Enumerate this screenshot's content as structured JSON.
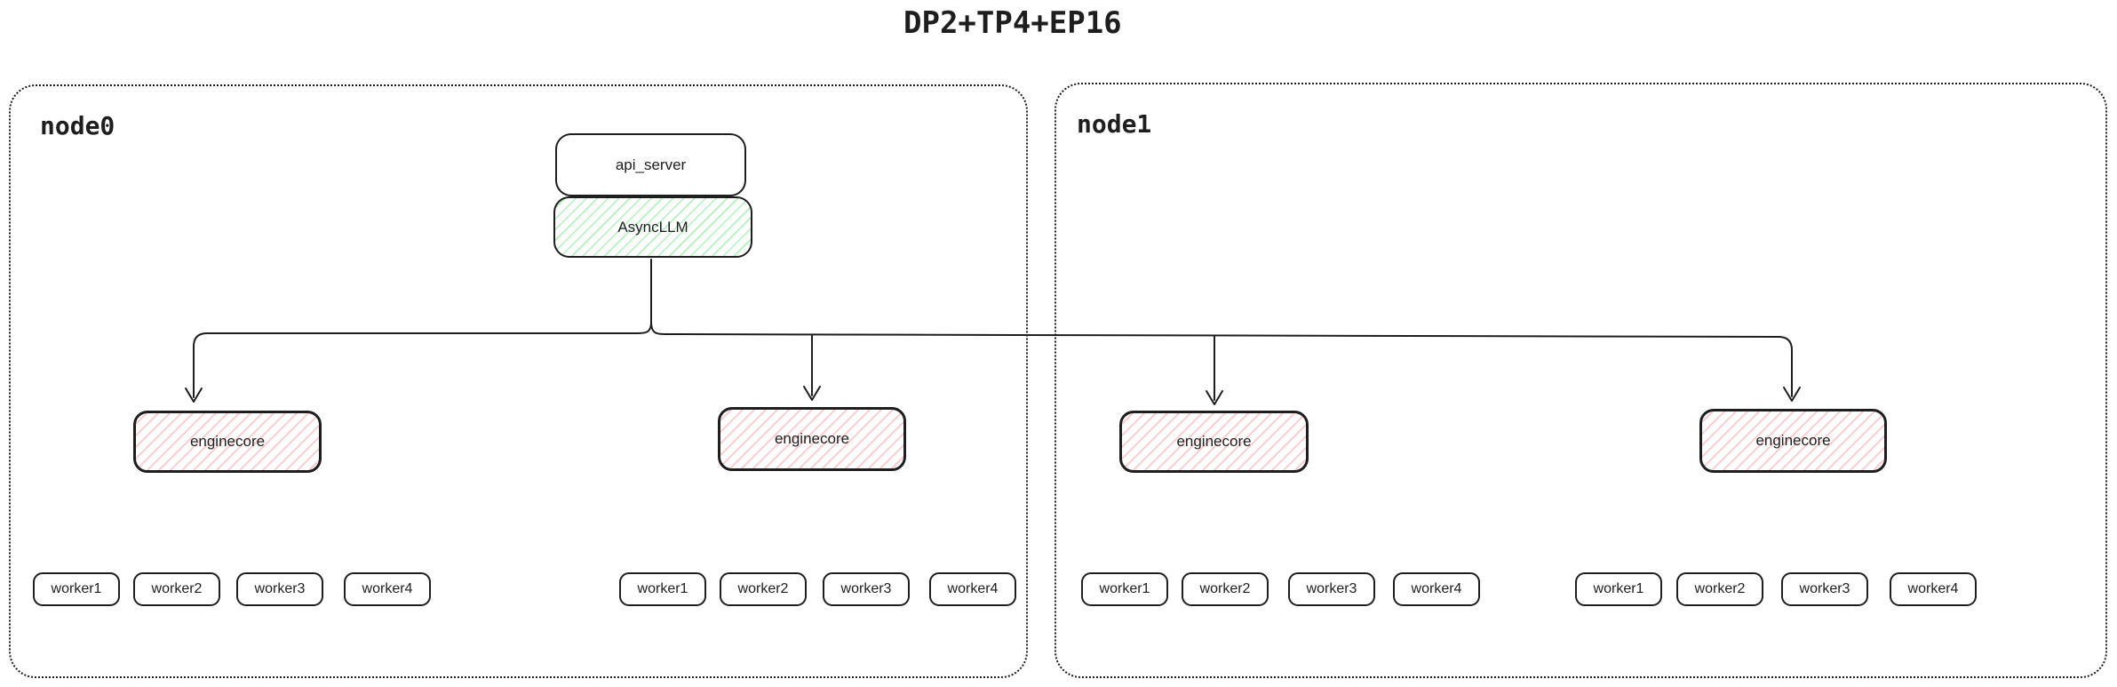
{
  "title": "DP2+TP4+EP16",
  "colors": {
    "stroke": "#1e1e1e",
    "async_llm_fill": "#b2f2bb",
    "enginecore_fill": "#ffc9c9",
    "background": "#ffffff"
  },
  "nodes": [
    {
      "label": "node0",
      "api_server_label": "api_server",
      "async_llm_label": "AsyncLLM",
      "enginecores": [
        {
          "label": "enginecore",
          "workers": [
            "worker1",
            "worker2",
            "worker3",
            "worker4"
          ]
        },
        {
          "label": "enginecore",
          "workers": [
            "worker1",
            "worker2",
            "worker3",
            "worker4"
          ]
        }
      ]
    },
    {
      "label": "node1",
      "enginecores": [
        {
          "label": "enginecore",
          "workers": [
            "worker1",
            "worker2",
            "worker3",
            "worker4"
          ]
        },
        {
          "label": "enginecore",
          "workers": [
            "worker1",
            "worker2",
            "worker3",
            "worker4"
          ]
        }
      ]
    }
  ]
}
